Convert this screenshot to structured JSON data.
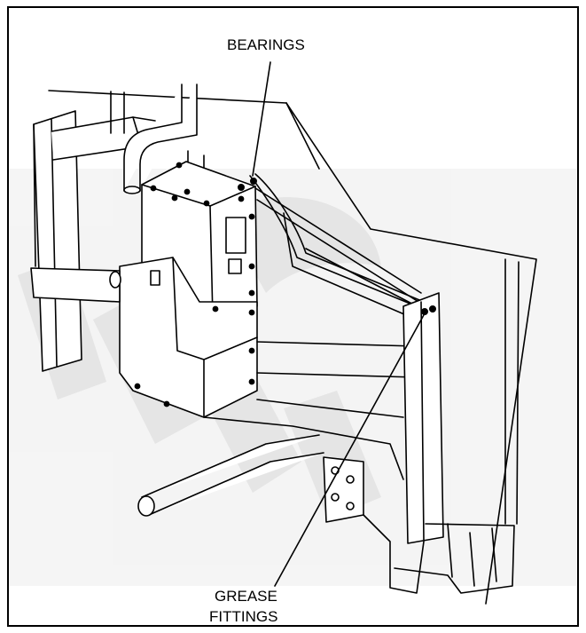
{
  "figure": {
    "labels": {
      "bearings": "BEARINGS",
      "grease_line1": "GREASE",
      "grease_line2": "FITTINGS"
    },
    "colors": {
      "line": "#000000",
      "background": "#ffffff",
      "watermark": "#dcdcdc"
    }
  }
}
